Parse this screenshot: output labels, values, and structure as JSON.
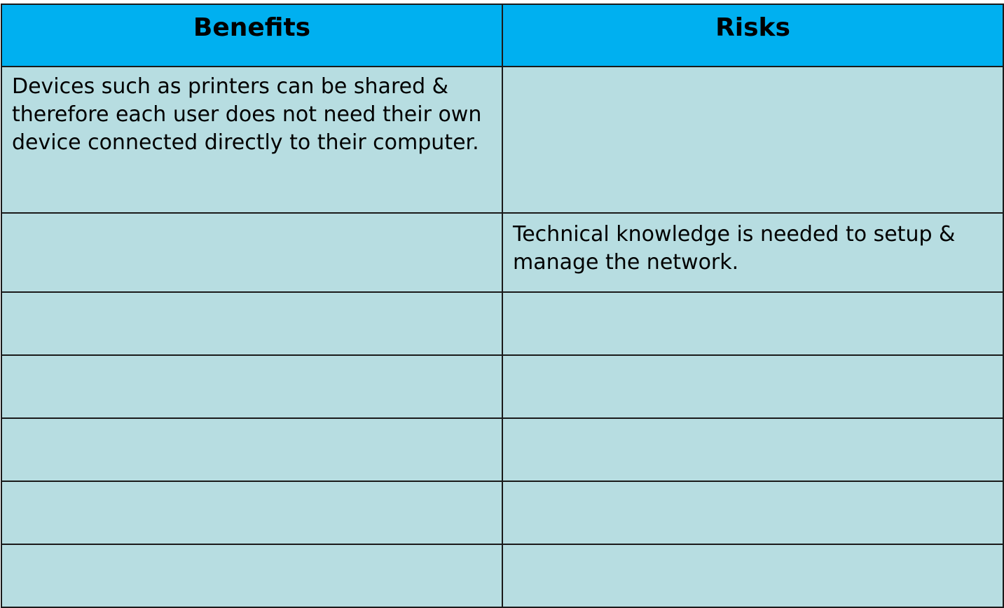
{
  "table": {
    "headers": [
      "Benefits",
      "Risks"
    ],
    "rows": [
      [
        "Devices such as printers can be shared & therefore each user does not need their own device connected directly to their computer.",
        ""
      ],
      [
        "",
        "Technical knowledge is needed to setup & manage the network."
      ],
      [
        "",
        ""
      ],
      [
        "",
        ""
      ],
      [
        "",
        ""
      ],
      [
        "",
        ""
      ],
      [
        "",
        ""
      ]
    ]
  },
  "colors": {
    "header_bg": "#00b0f0",
    "cell_bg": "#b7dde1",
    "border": "#1a1a1a"
  }
}
